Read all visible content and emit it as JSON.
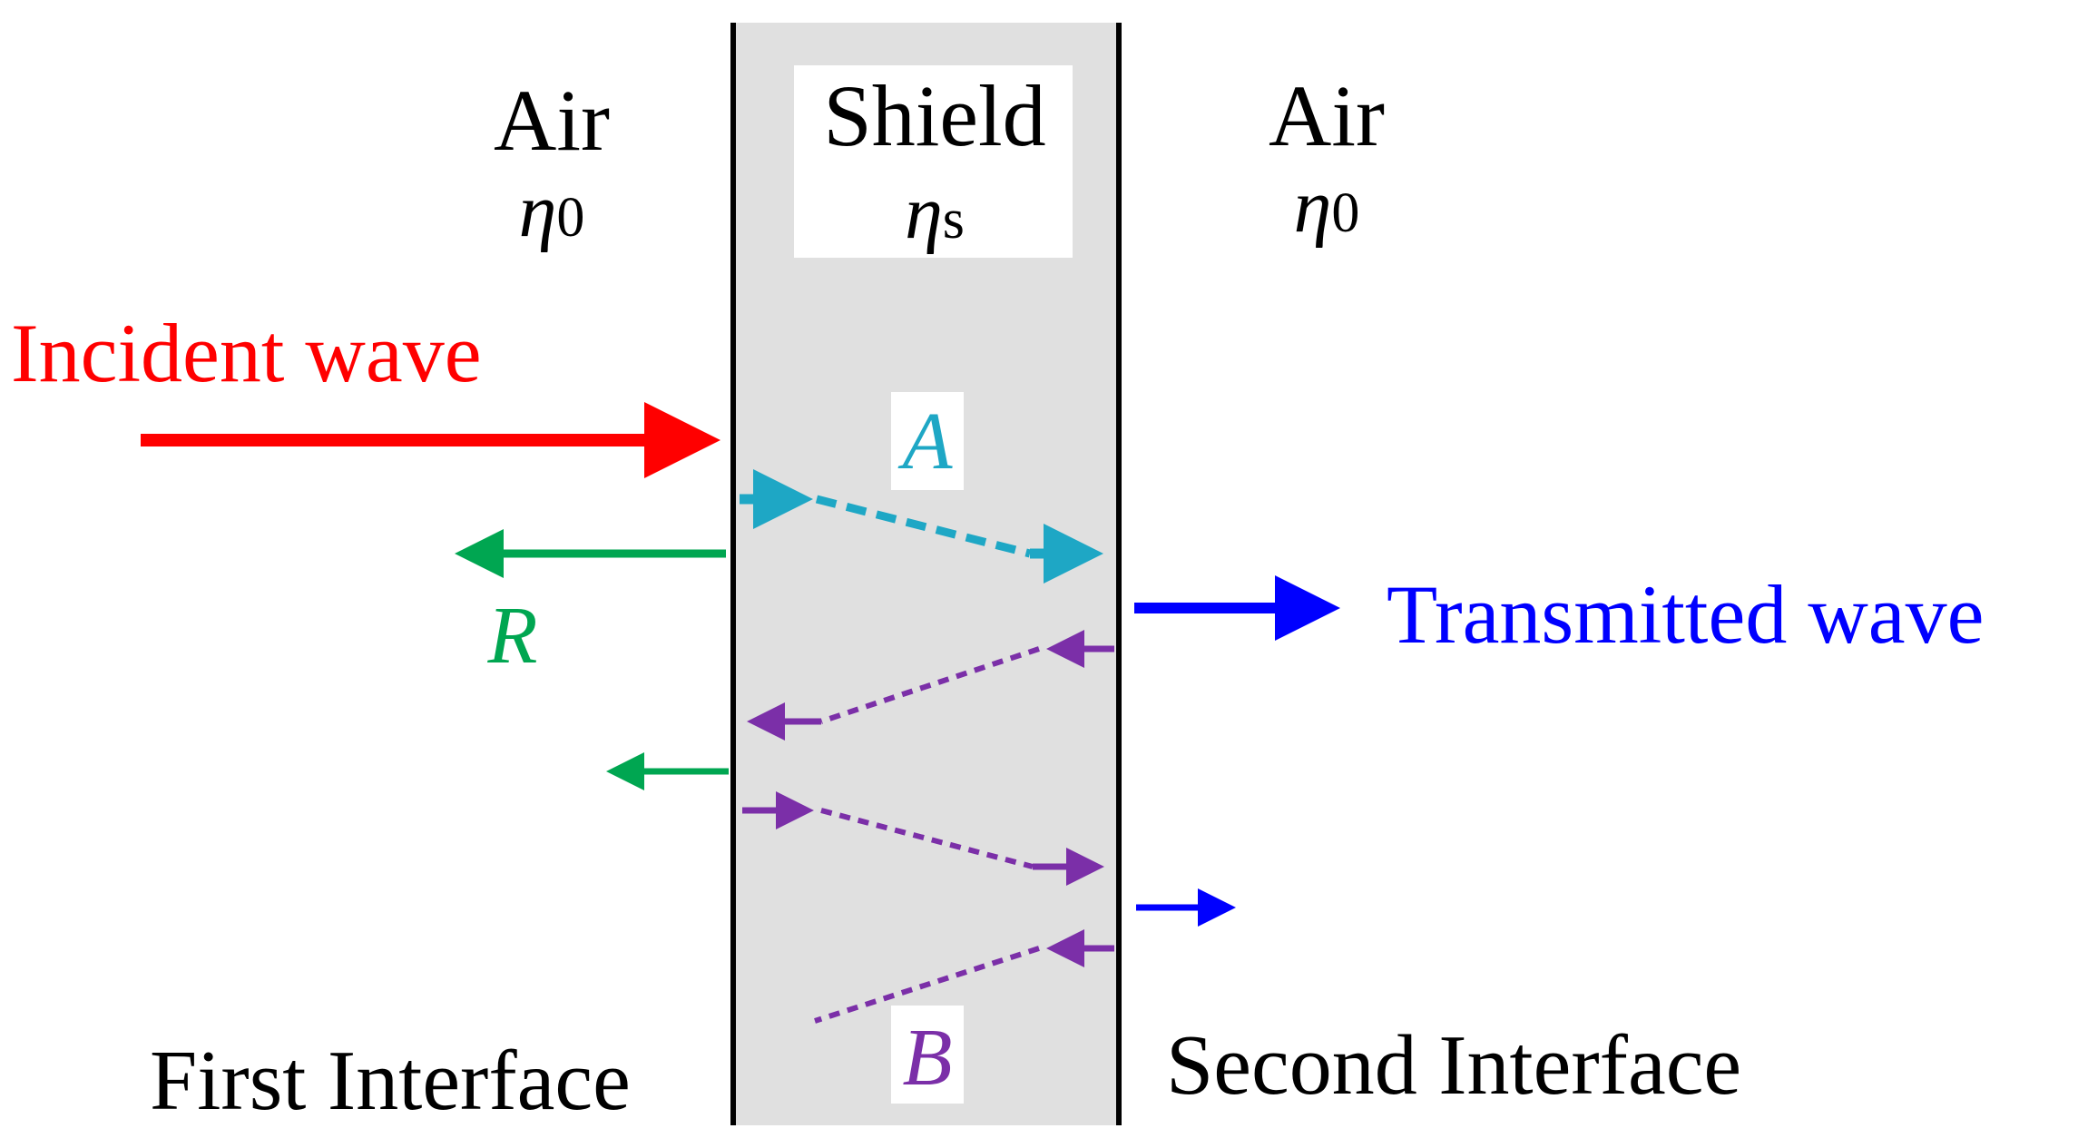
{
  "regions": {
    "left": {
      "name": "Air",
      "symbol": "η",
      "subscript": "0"
    },
    "shield": {
      "name": "Shield",
      "symbol": "η",
      "subscript": "s"
    },
    "right": {
      "name": "Air",
      "symbol": "η",
      "subscript": "0"
    }
  },
  "labels": {
    "incident": "Incident wave",
    "transmitted": "Transmitted wave",
    "reflected": "R",
    "absorption": "A",
    "multiple_reflection": "B",
    "first_interface": "First Interface",
    "second_interface": "Second Interface"
  },
  "colors": {
    "incident": "#ff0000",
    "transmitted": "#0000ff",
    "reflected": "#00a651",
    "absorption": "#1ea7c5",
    "multiple_reflection": "#7b2fa8",
    "shield_fill": "#e0e0e0",
    "interface_line": "#000000"
  }
}
